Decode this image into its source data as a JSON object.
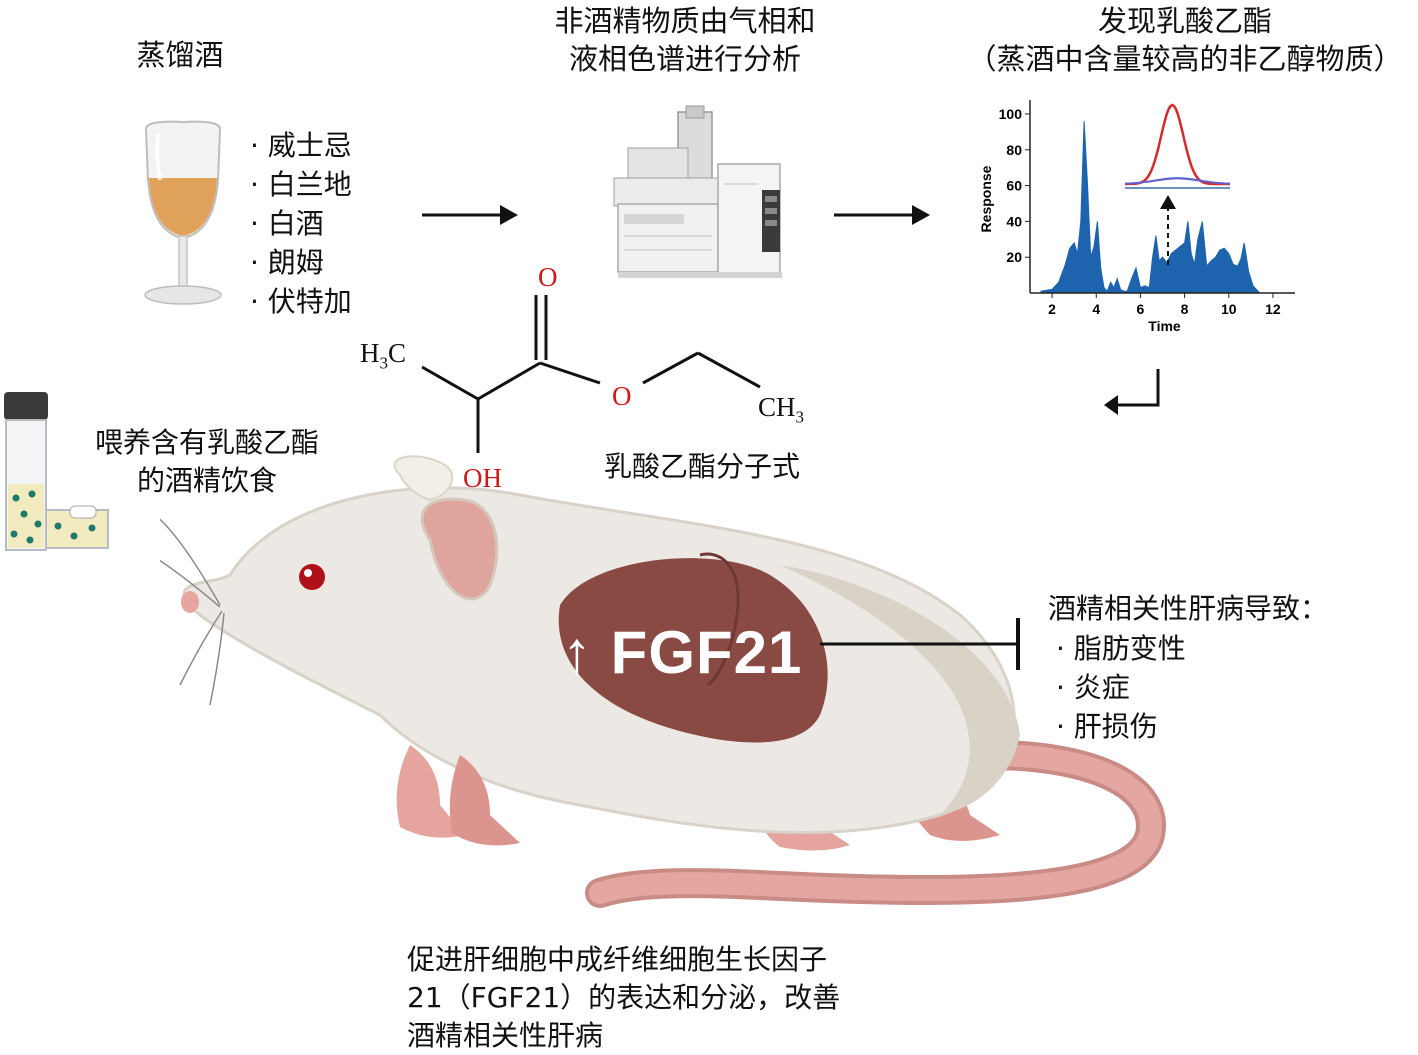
{
  "section1": {
    "title": "蒸馏酒",
    "items": [
      "· 威士忌",
      "· 白兰地",
      "· 白酒",
      "· 朗姆",
      "· 伏特加"
    ]
  },
  "section2": {
    "title_line1": "非酒精物质由气相和",
    "title_line2": "液相色谱进行分析"
  },
  "section3": {
    "title_line1": "发现乳酸乙酯",
    "title_line2": "（蒸酒中含量较高的非乙醇物质）"
  },
  "chart_data": {
    "type": "area",
    "title": "",
    "xlabel": "Time",
    "ylabel": "Response",
    "xlim": [
      1,
      13
    ],
    "ylim": [
      0,
      105
    ],
    "x_ticks": [
      "2",
      "4",
      "6",
      "8",
      "10",
      "12"
    ],
    "y_ticks": [
      "20",
      "40",
      "60",
      "80",
      "100"
    ],
    "series": [
      {
        "color": "#1d63ad",
        "x": [
          1.5,
          2.0,
          2.3,
          2.6,
          2.8,
          3.0,
          3.15,
          3.3,
          3.45,
          3.6,
          3.75,
          3.9,
          4.05,
          4.2,
          4.35,
          4.5,
          4.65,
          4.8,
          4.95,
          5.1,
          5.25,
          5.4,
          5.6,
          5.8,
          6.0,
          6.2,
          6.4,
          6.55,
          6.7,
          6.85,
          7.0,
          7.2,
          7.4,
          7.6,
          7.8,
          8.0,
          8.15,
          8.3,
          8.45,
          8.6,
          8.8,
          9.0,
          9.2,
          9.4,
          9.6,
          9.8,
          10.0,
          10.2,
          10.4,
          10.55,
          10.7,
          10.9,
          11.1,
          11.4
        ],
        "y": [
          1,
          2,
          6,
          16,
          25,
          28,
          22,
          40,
          96,
          62,
          20,
          26,
          40,
          14,
          3,
          1,
          6,
          3,
          8,
          2,
          1,
          1,
          8,
          14,
          3,
          4,
          3,
          20,
          32,
          18,
          20,
          17,
          22,
          24,
          26,
          28,
          40,
          22,
          16,
          30,
          40,
          15,
          18,
          20,
          24,
          25,
          22,
          16,
          15,
          19,
          28,
          12,
          4,
          0
        ]
      }
    ],
    "inset": {
      "series": [
        {
          "color": "#d42a2a",
          "peak": 100
        },
        {
          "color": "#2f9bd6",
          "peak": 70
        },
        {
          "color": "#6a5acd",
          "peak": 64
        }
      ]
    }
  },
  "molecule": {
    "ch3_left_main": "H",
    "ch3_left_sub": "3",
    "ch3_left_tail": "C",
    "carbonyl_o": "O",
    "ester_o": "O",
    "oh": "OH",
    "ch3_right_main": "CH",
    "ch3_right_sub": "3",
    "caption": "乳酸乙酯分子式"
  },
  "feed": {
    "line1": "喂养含有乳酸乙酯",
    "line2": "的酒精饮食"
  },
  "liver_label": {
    "arrow": "↑",
    "text": "FGF21"
  },
  "disease": {
    "title": "酒精相关性肝病导致：",
    "items": [
      "· 脂肪变性",
      "· 炎症",
      "· 肝损伤"
    ]
  },
  "conclusion": {
    "line1": "促进肝细胞中成纤维细胞生长因子",
    "line2": "21（FGF21）的表达和分泌，改善",
    "line3": "酒精相关性肝病"
  },
  "colors": {
    "wine": "#e0a15a",
    "liver": "#8a4a44",
    "body": "#ece9e4",
    "tail": "#d9958e",
    "chart_fill": "#1d63ad",
    "chem_red": "#d01818"
  }
}
